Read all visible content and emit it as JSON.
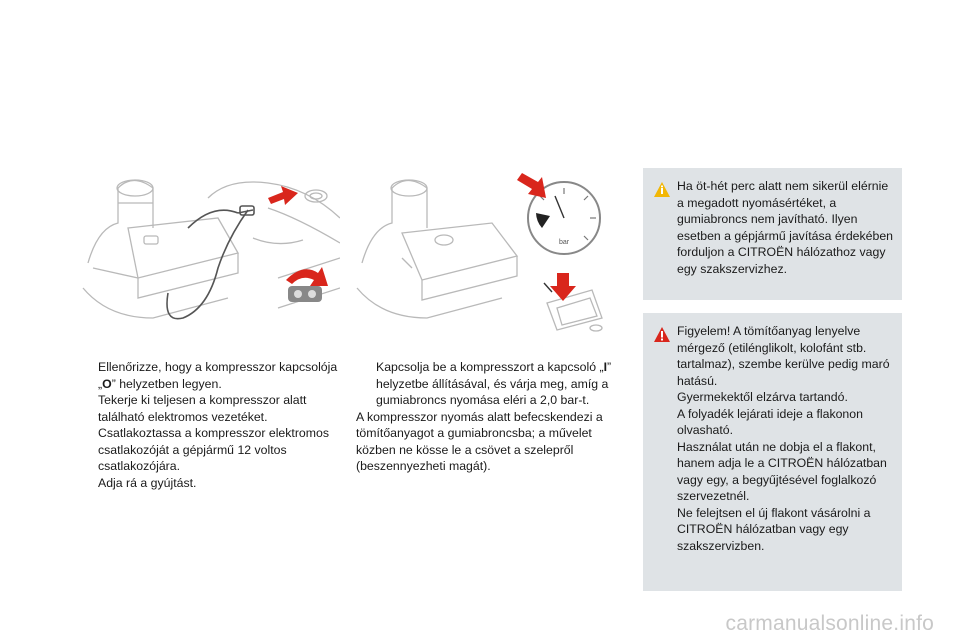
{
  "steps_left": [
    {
      "before": "Ellenőrizze, hogy a kompresszor kapcsolója „",
      "bold": "O",
      "after": "” helyzetben legyen."
    },
    {
      "before": "Tekerje ki teljesen a kompresszor alatt található elektromos vezetéket.",
      "bold": "",
      "after": ""
    },
    {
      "before": "Csatlakoztassa a kompresszor elektromos csatlakozóját a gépjármű 12 voltos csatlakozójára.",
      "bold": "",
      "after": ""
    },
    {
      "before": "Adja rá a gyújtást.",
      "bold": "",
      "after": ""
    }
  ],
  "steps_mid": [
    {
      "before": "Kapcsolja be a kompresszort a kapcsoló „",
      "bold": "I",
      "after": "” helyzetbe állításával, és várja meg, amíg a gumiabroncs nyomása eléri a 2,0 bar-t."
    }
  ],
  "mid_paragraph": "A kompresszor nyomás alatt befecskendezi a tömítőanyagot a gumiabroncsba; a művelet közben ne kösse le a csövet a szelepről (beszennyezheti magát).",
  "info_box": {
    "icon": "info-icon",
    "color": "#f2b705",
    "text": "Ha öt-hét perc alatt nem sikerül elérnie a megadott nyomásértéket, a gumiabroncs nem javítható. Ilyen esetben a gépjármű javítása érdekében forduljon a CITROËN hálózathoz vagy egy szakszervizhez."
  },
  "warning_box": {
    "icon": "warning-icon",
    "color": "#d9261c",
    "lines": [
      "Figyelem! A tömítőanyag lenyelve mérgező (etilénglikolt, kolofánt stb. tartalmaz), szembe kerülve pedig maró hatású.",
      "Gyermekektől elzárva tartandó.",
      "A folyadék lejárati ideje a flakonon olvasható.",
      "Használat után ne dobja el a flakont, hanem adja le a CITROËN hálózatban vagy egy, a begyűjtésével foglalkozó szervezetnél.",
      "Ne felejtsen el új flakont vásárolni a CITROËN hálózatban vagy egy szakszervizben."
    ]
  },
  "illustration_mid": {
    "gauge_unit": "bar"
  },
  "bullet_glyph": "",
  "footer_mark": "carmanualsonline.info",
  "colors": {
    "arrow": "#d9261c",
    "box_bg": "#dfe3e6"
  }
}
